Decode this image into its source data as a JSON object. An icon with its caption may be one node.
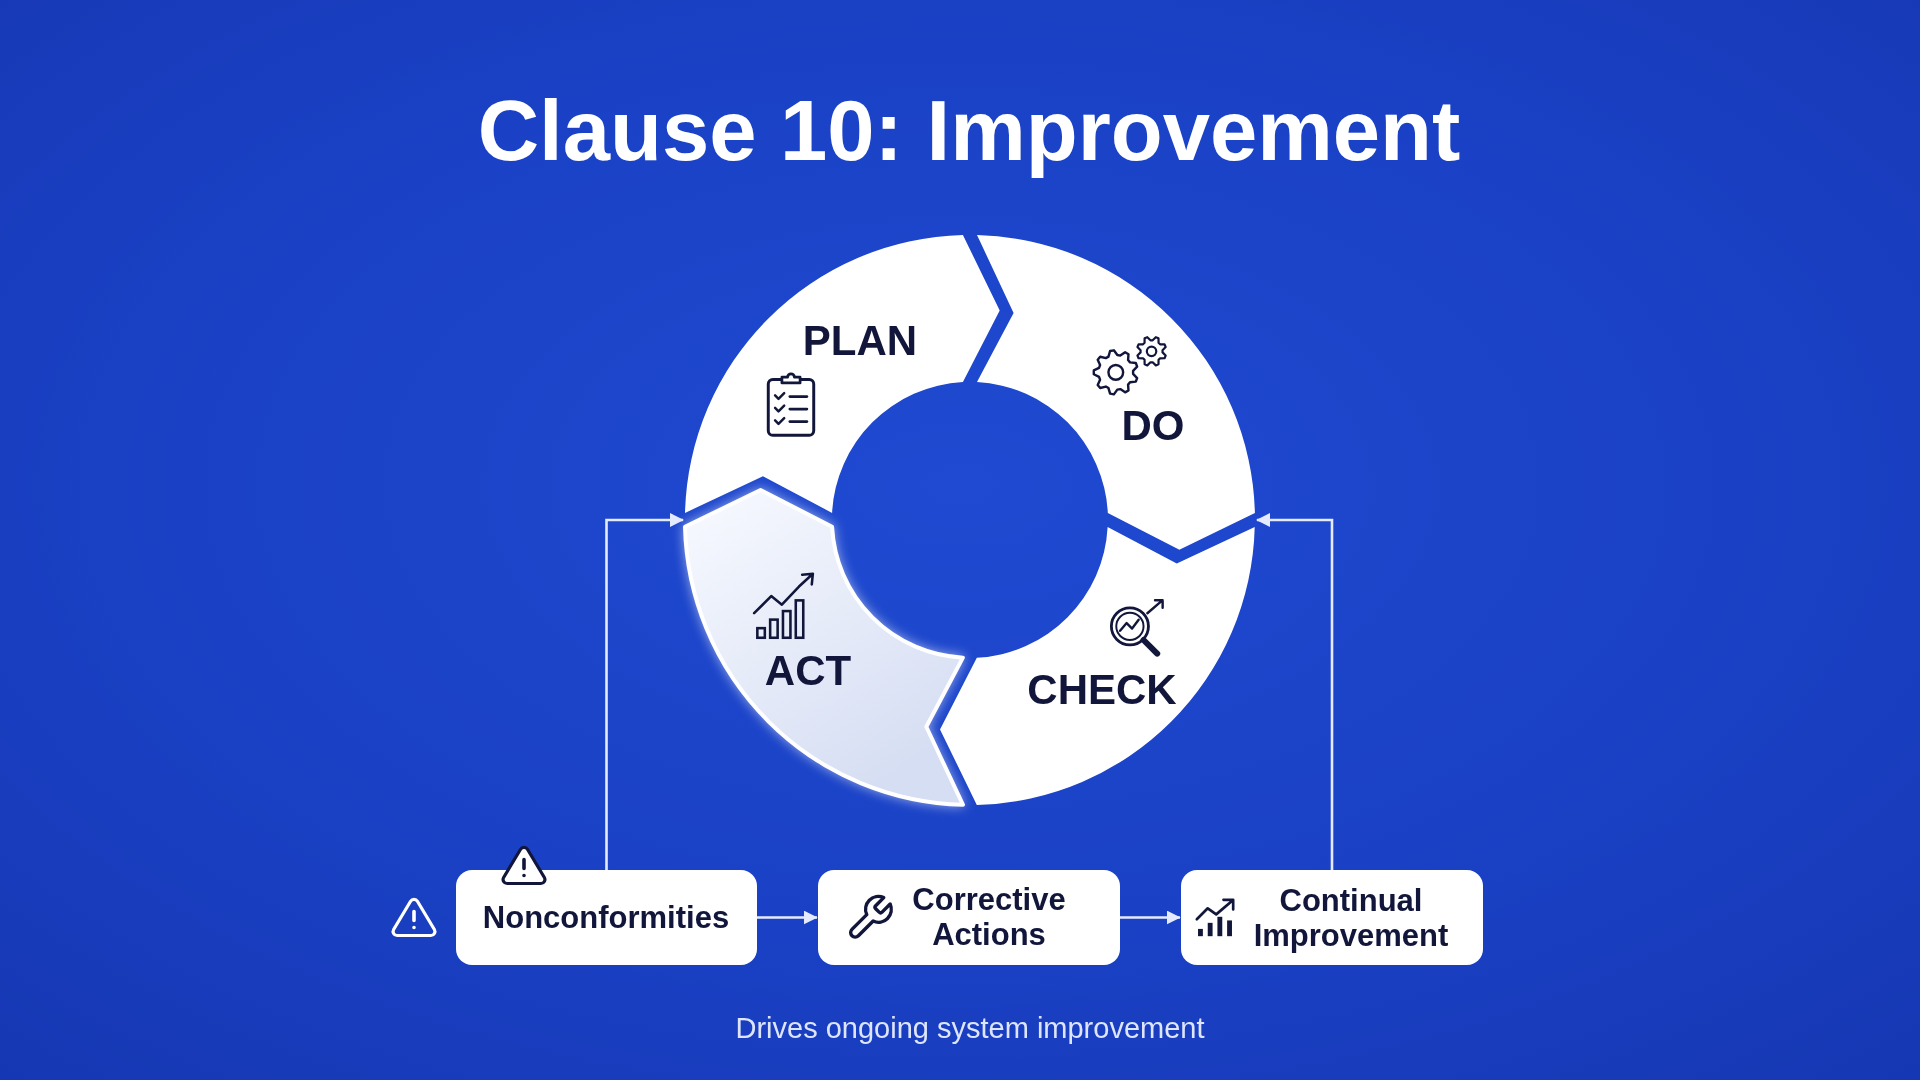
{
  "diagram": {
    "title": "Clause 10: Improvement",
    "caption": "Drives ongoing system improvement",
    "nodes": [
      {
        "text": [
          "PLAN"
        ]
      },
      {
        "text": [
          "DO"
        ]
      },
      {
        "text": [
          "CHECK"
        ]
      },
      {
        "text": [
          "ACT"
        ]
      },
      {
        "text": [
          "Nonconformities"
        ]
      },
      {
        "text": [
          "Corrective Actions"
        ]
      },
      {
        "text": [
          "Continual Improvement"
        ]
      }
    ],
    "edges": [
      {
        "from": 4,
        "to": 3,
        "arrow": "to"
      },
      {
        "from": 6,
        "to": 2,
        "arrow": "to"
      },
      {
        "from": 4,
        "to": 5,
        "arrow": "to"
      },
      {
        "from": 5,
        "to": 6,
        "arrow": "to"
      }
    ]
  }
}
